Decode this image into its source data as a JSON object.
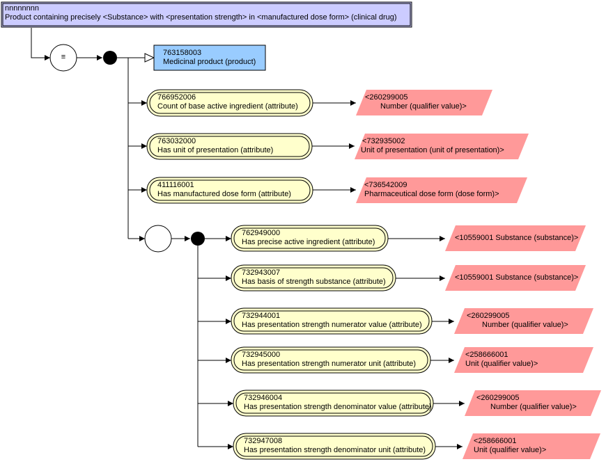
{
  "header": {
    "id": "nnnnnnnn",
    "label": "Product containing precisely <Substance> with <presentation strength> in <manufactured dose form> (clinical drug)"
  },
  "operators": {
    "definition_symbol": "≡"
  },
  "parent": {
    "id": "763158003",
    "label": "Medicinal product (product)"
  },
  "attributes": [
    {
      "id": "766952006",
      "label": "Count of base active ingredient (attribute)",
      "value_id": "<260299005",
      "value_label": "Number (qualifier value)>"
    },
    {
      "id": "763032000",
      "label": "Has unit of presentation (attribute)",
      "value_id": "<732935002",
      "value_label": "Unit of presentation (unit of presentation)>"
    },
    {
      "id": "411116001",
      "label": "Has manufactured dose form (attribute)",
      "value_id": "<736542009",
      "value_label": "Pharmaceutical dose form (dose form)>"
    }
  ],
  "group_attributes": [
    {
      "id": "762949000",
      "label": "Has precise active ingredient (attribute)",
      "value_text": "<10559001  Substance (substance)>"
    },
    {
      "id": "732943007",
      "label": "Has basis of strength substance (attribute)",
      "value_text": "<10559001  Substance (substance)>"
    },
    {
      "id": "732944001",
      "label": "Has presentation strength numerator value (attribute)",
      "value_id": "<260299005",
      "value_label": "Number (qualifier value)>"
    },
    {
      "id": "732945000",
      "label": "Has presentation strength numerator unit (attribute)",
      "value_id": "<258666001",
      "value_label": "Unit (qualifier value)>"
    },
    {
      "id": "732946004",
      "label": "Has presentation strength denominator value (attribute)",
      "value_id": "<260299005",
      "value_label": "Number (qualifier value)>"
    },
    {
      "id": "732947008",
      "label": "Has presentation strength denominator unit (attribute)",
      "value_id": "<258666001",
      "value_label": "Unit (qualifier value)>"
    }
  ],
  "colors": {
    "header_fill": "#ccccff",
    "parent_fill": "#99ccff",
    "attribute_fill": "#ffffcc",
    "value_fill": "#ff9999",
    "line": "#000000"
  }
}
